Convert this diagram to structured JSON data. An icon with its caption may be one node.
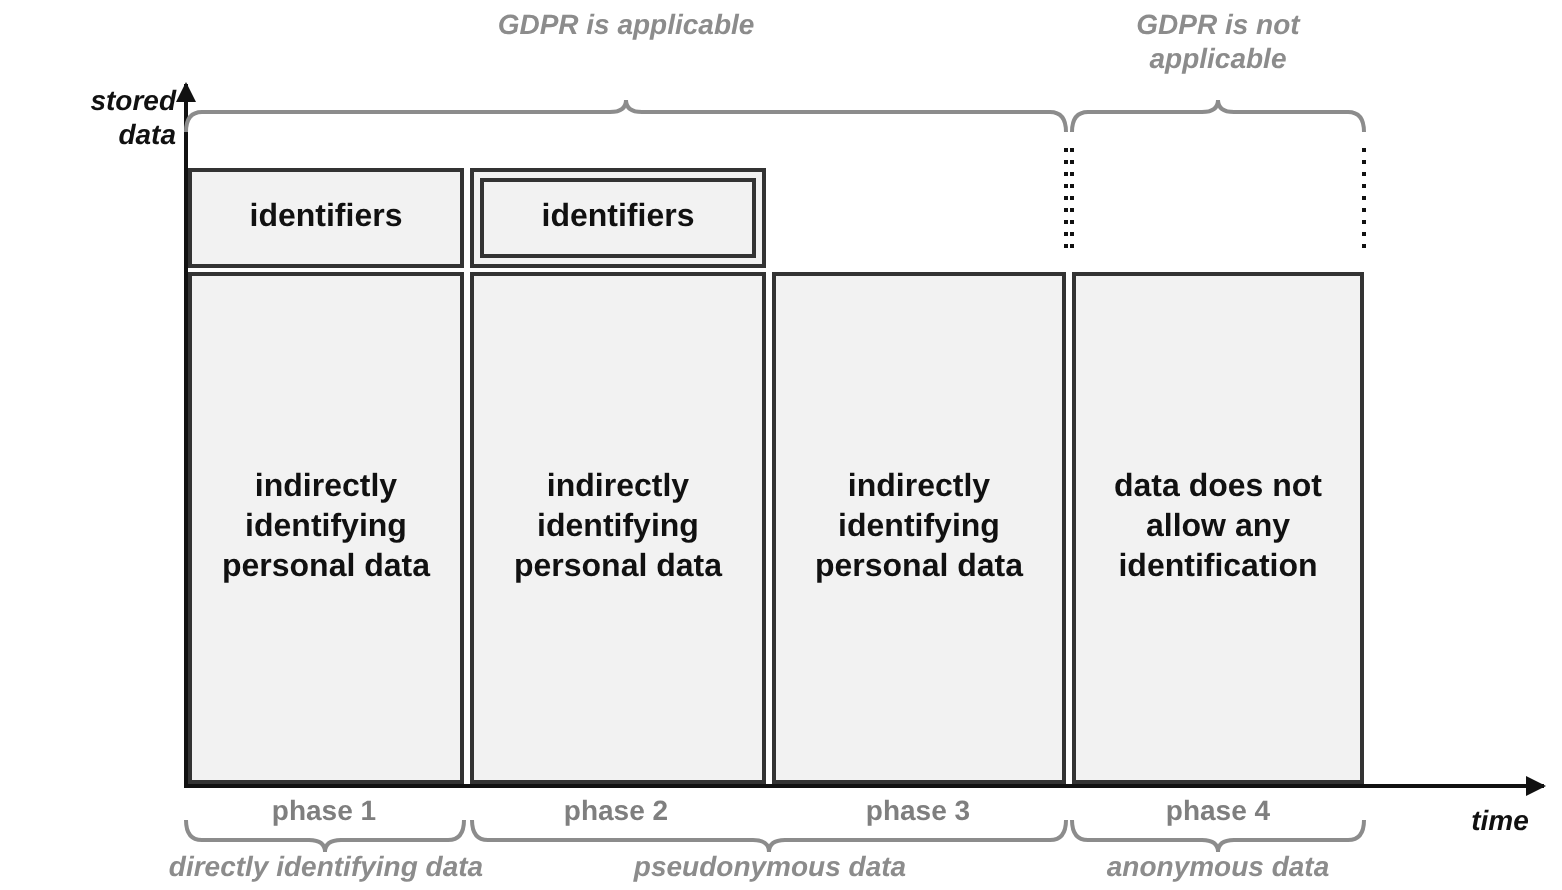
{
  "diagram": {
    "nodes": [
      {
        "text": [
          "identifiers"
        ]
      },
      {
        "text": [
          "indirectly identifying personal data"
        ]
      },
      {
        "text": [
          "identifiers"
        ]
      },
      {
        "text": [
          "indirectly identifying personal data"
        ]
      },
      {
        "text": [
          "indirectly identifying personal data"
        ]
      },
      {
        "text": [
          "data does not allow any identification"
        ]
      }
    ],
    "labels": [
      "GDPR is applicable",
      "GDPR is not applicable",
      "stored data",
      "phase 1",
      "phase 2",
      "phase 3",
      "phase 4",
      "time",
      "directly identifying data",
      "pseudonymous data",
      "anonymous data"
    ]
  }
}
